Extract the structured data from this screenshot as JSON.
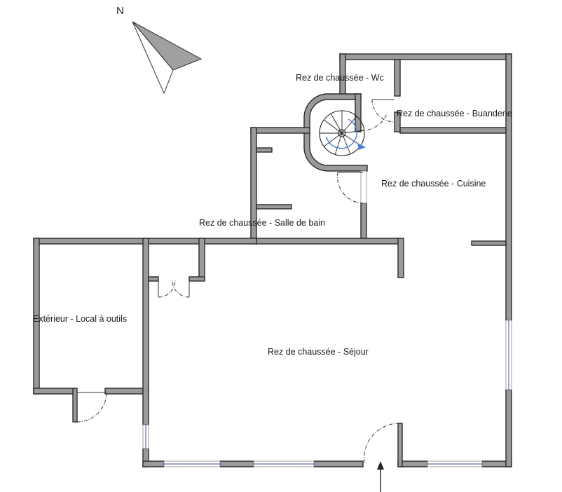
{
  "compass": {
    "letter": "N",
    "icon": "north-arrow-icon"
  },
  "rooms": {
    "wc": "Rez de chaussée - Wc",
    "buanderie": "Rez de chaussée - Buanderie",
    "cuisine": "Rez de chaussée - Cuisine",
    "salle_de_bain": "Rez de chaussée - Salle de bain",
    "local_outils": "Extérieur - Local à outils",
    "sejour": "Rez de chaussée - Séjour"
  },
  "colors": {
    "wall_fill": "#9a9a9a",
    "wall_stroke": "#2b2b2b",
    "window": "#5b6fb5",
    "stair_accent": "#4a7fd8"
  }
}
